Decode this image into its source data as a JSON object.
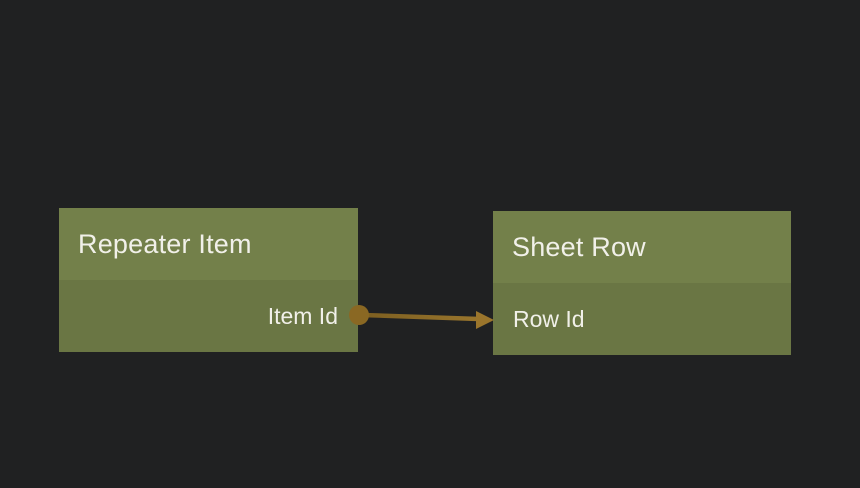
{
  "canvas": {
    "background_color": "#202122"
  },
  "nodes": [
    {
      "id": "repeater-item",
      "title": "Repeater Item",
      "header_color": "#73804A",
      "body_color": "#6A7644",
      "fields": [
        {
          "label": "Item Id",
          "align": "right",
          "port": "output"
        }
      ]
    },
    {
      "id": "sheet-row",
      "title": "Sheet Row",
      "header_color": "#73804A",
      "body_color": "#6A7644",
      "fields": [
        {
          "label": "Row Id",
          "align": "left",
          "port": "input"
        }
      ]
    }
  ],
  "connection": {
    "from_node": "Repeater Item",
    "from_field": "Item Id",
    "to_node": "Sheet Row",
    "to_field": "Row Id",
    "dot_color": "#8A6823",
    "line_color_start": "#7C5E20",
    "line_color_end": "#9C782E",
    "arrow_color": "#9A752C"
  },
  "text_color": "#F1F0E9"
}
